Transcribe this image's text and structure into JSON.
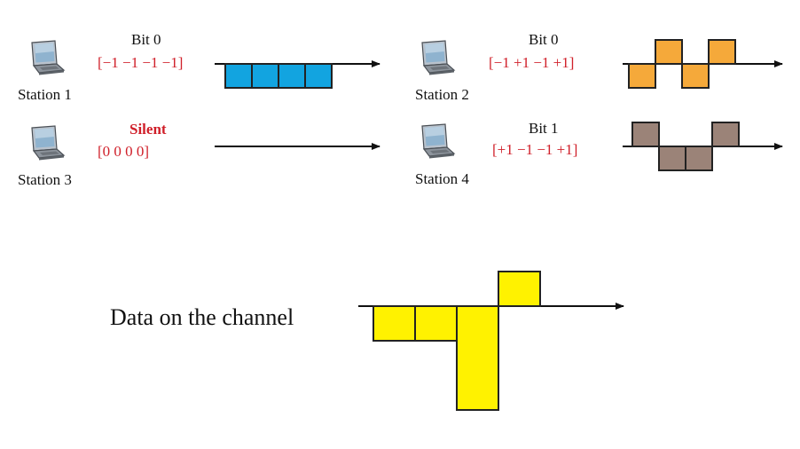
{
  "colors": {
    "station1_chips": "#12a4e0",
    "station2_chips": "#f5a93a",
    "station4_chips": "#9b8378",
    "channel_chips": "#fff200",
    "code_text": "#d0202a"
  },
  "stations": [
    {
      "name": "Station 1",
      "bit": "Bit 0",
      "code": "[−1  −1 −1 −1]",
      "chips": [
        -1,
        -1,
        -1,
        -1
      ]
    },
    {
      "name": "Station 2",
      "bit": "Bit 0",
      "code": "[−1  +1  −1 +1]",
      "chips": [
        -1,
        1,
        -1,
        1
      ]
    },
    {
      "name": "Station 3",
      "bit": "Silent",
      "code": "[0    0    0    0]",
      "chips": [
        0,
        0,
        0,
        0
      ]
    },
    {
      "name": "Station 4",
      "bit": "Bit 1",
      "code": "[+1  −1  −1 +1]",
      "chips": [
        1,
        -1,
        -1,
        1
      ]
    }
  ],
  "channel": {
    "label": "Data on the channel",
    "chips": [
      -1,
      -1,
      -3,
      1
    ]
  }
}
